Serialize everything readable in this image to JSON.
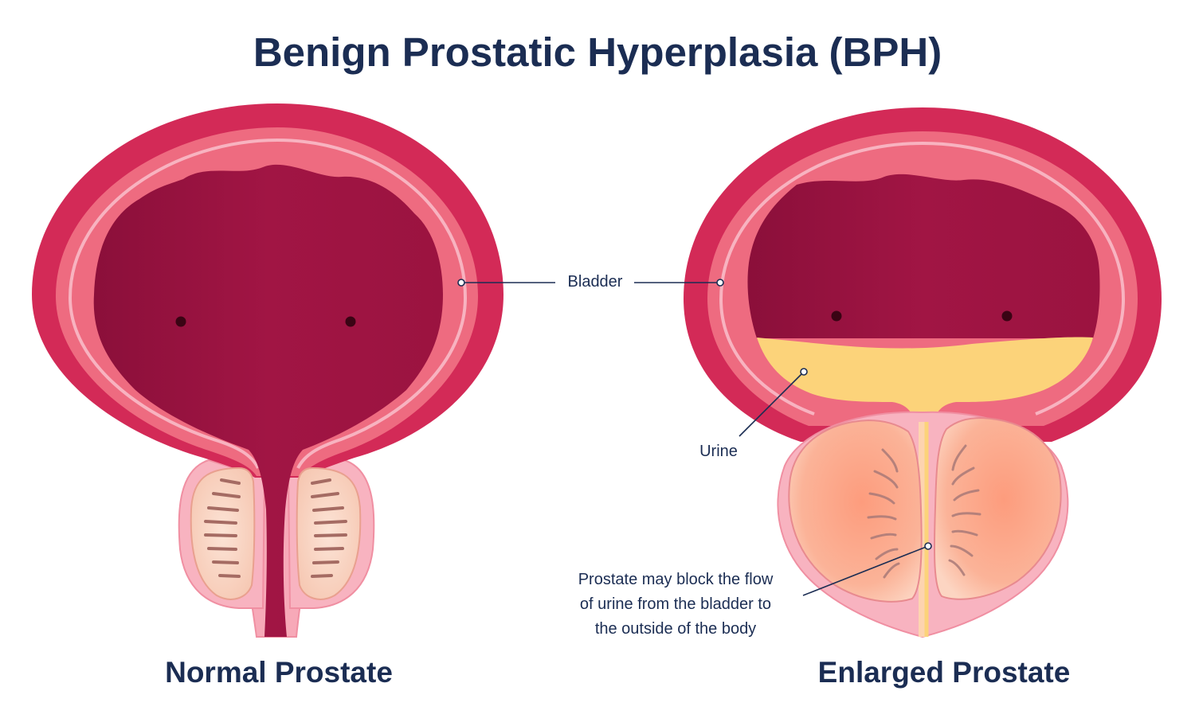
{
  "title": "Benign Prostatic Hyperplasia (BPH)",
  "panels": {
    "normal": {
      "caption": "Normal Prostate"
    },
    "enlarged": {
      "caption": "Enlarged Prostate"
    }
  },
  "labels": {
    "bladder": "Bladder",
    "urine": "Urine",
    "block_line1": "Prostate may block the flow",
    "block_line2": "of urine from the bladder to",
    "block_line3": "the outside of the body"
  },
  "colors": {
    "title_text": "#1b2d53",
    "bladder_outer": "#d32a57",
    "bladder_wall": "#ee6b80",
    "bladder_lumen": "#a01442",
    "mucosa_line": "#f6a9b6",
    "urine": "#fcd37a",
    "prostate_normal": "#f8d3c1",
    "prostate_enlarged": "#fb9f7f",
    "tissue_outline": "#f08fa2"
  }
}
